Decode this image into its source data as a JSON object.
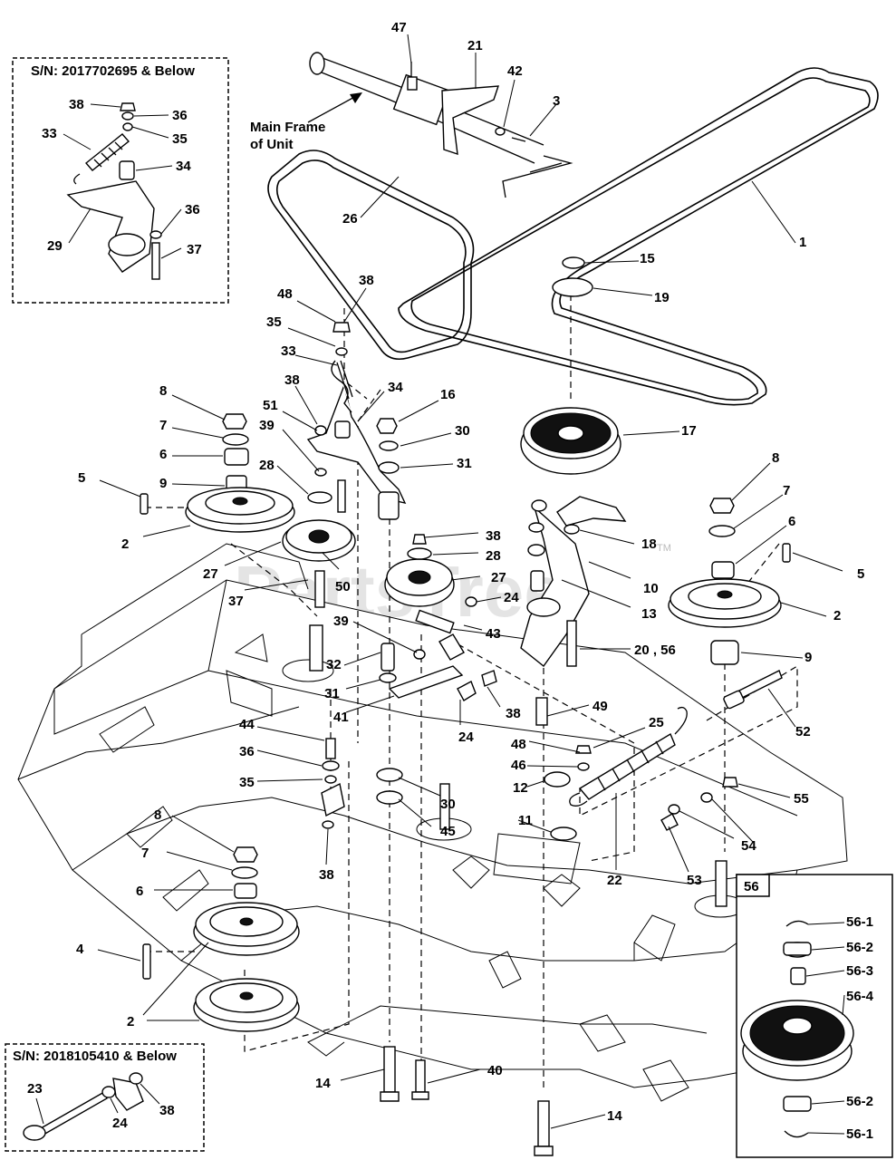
{
  "insets": {
    "top_left_title": "S/N: 2017702695 & Below",
    "bottom_left_title": "S/N: 2018105410 & Below",
    "bottom_right_title": "56"
  },
  "frame_label_line1": "Main Frame",
  "frame_label_line2": "of Unit",
  "watermark": "PartsTree",
  "watermark_tm": "TM",
  "callouts": [
    "47",
    "21",
    "42",
    "3",
    "1",
    "26",
    "15",
    "19",
    "48",
    "38",
    "35",
    "33",
    "34",
    "38",
    "16",
    "30",
    "31",
    "17",
    "8",
    "7",
    "6",
    "9",
    "5",
    "2",
    "28",
    "27",
    "37",
    "50",
    "51",
    "39",
    "38",
    "28",
    "27",
    "24",
    "43",
    "39",
    "32",
    "31",
    "41",
    "10",
    "13",
    "18",
    "20 , 56",
    "8",
    "7",
    "6",
    "5",
    "2",
    "9",
    "52",
    "44",
    "36",
    "35",
    "38",
    "30",
    "45",
    "38",
    "24",
    "49",
    "48",
    "46",
    "12",
    "25",
    "11",
    "22",
    "55",
    "54",
    "53",
    "8",
    "7",
    "6",
    "4",
    "2",
    "14",
    "40",
    "14",
    "38",
    "36",
    "35",
    "33",
    "34",
    "36",
    "29",
    "37",
    "23",
    "24",
    "38",
    "56-1",
    "56-2",
    "56-3",
    "56-4",
    "56-2",
    "56-1"
  ]
}
